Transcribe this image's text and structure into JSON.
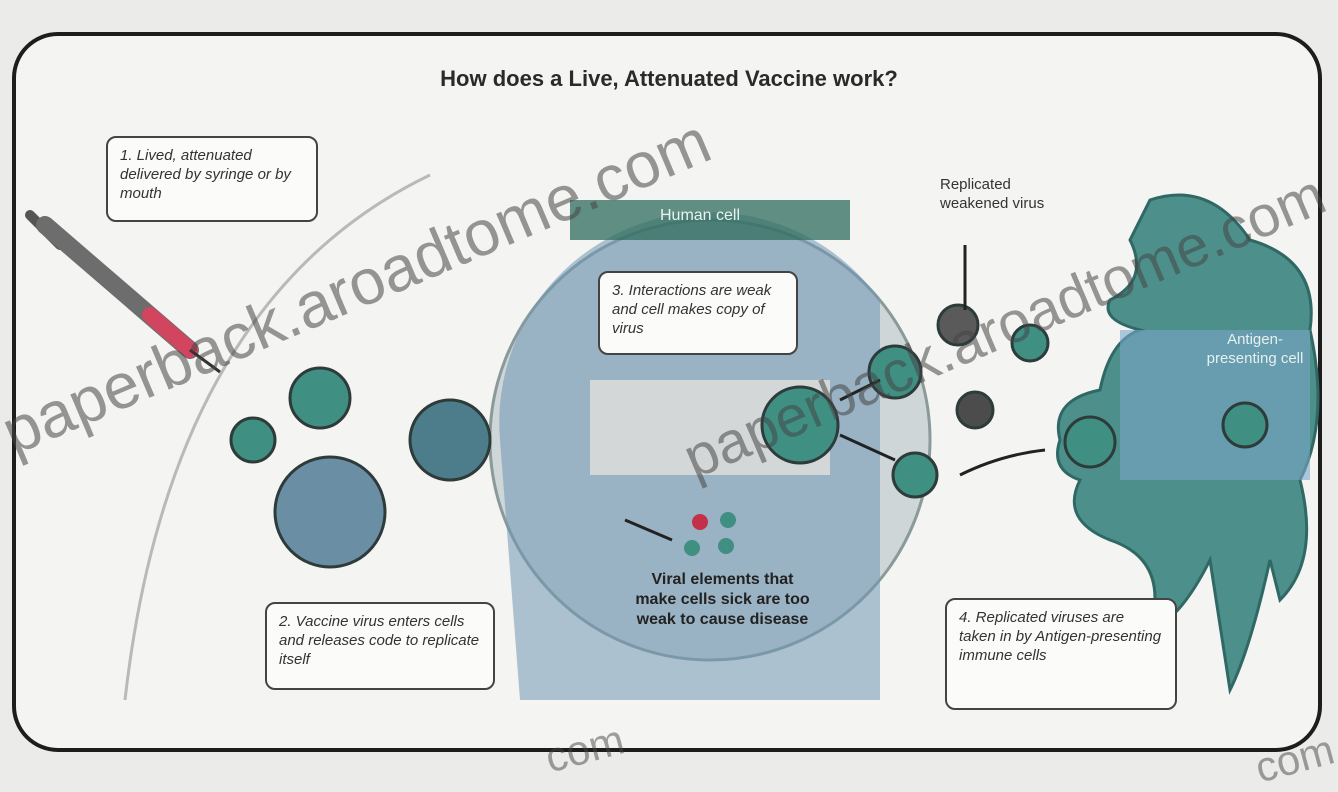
{
  "title": "How does a Live, Attenuated Vaccine work?",
  "steps": {
    "step1": "1. Lived, attenuated delivered by syringe or by mouth",
    "step2": "2. Vaccine virus enters cells and releases code to replicate itself",
    "step3": "3. Interactions are weak and cell makes copy of virus",
    "step4": "4. Replicated viruses are taken in by Antigen-presenting immune cells"
  },
  "labels": {
    "human_cell": "Human cell",
    "replicated_virus": "Replicated weakened virus",
    "antigen_cell": "Antigen-presenting cell",
    "viral_elements": "Viral elements that make cells sick are too weak to cause disease"
  },
  "watermark": {
    "main": "paperback.aroadtome.com",
    "fragment": "com"
  },
  "colors": {
    "virus_teal": "#3f8f83",
    "cell_blue": "#5b86a6",
    "syringe_red": "#d2455f",
    "outline": "#1d1d1d"
  }
}
